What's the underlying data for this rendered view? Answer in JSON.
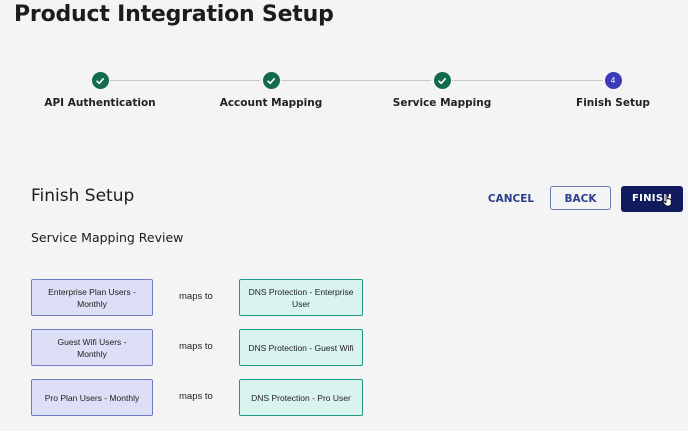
{
  "page": {
    "title": "Product Integration Setup"
  },
  "stepper": {
    "steps": [
      {
        "label": "API Authentication",
        "status": "completed"
      },
      {
        "label": "Account Mapping",
        "status": "completed"
      },
      {
        "label": "Service Mapping",
        "status": "completed"
      },
      {
        "label": "Finish Setup",
        "status": "current",
        "number": "4"
      }
    ]
  },
  "section": {
    "title": "Finish Setup"
  },
  "actions": {
    "cancel_label": "CANCEL",
    "back_label": "BACK",
    "finish_label": "FINISH"
  },
  "review": {
    "title": "Service Mapping Review",
    "connector": "maps to",
    "rows": [
      {
        "source": "Enterprise Plan Users - Monthly",
        "target": "DNS Protection - Enterprise User"
      },
      {
        "source": "Guest Wifi Users - Monthly",
        "target": "DNS Protection - Guest Wifi"
      },
      {
        "source": "Pro Plan Users - Monthly",
        "target": "DNS Protection - Pro User"
      }
    ]
  },
  "colors": {
    "completed_step": "#116b4c",
    "current_step": "#3b3db8",
    "primary_button": "#0f1b5c",
    "source_box": "#dcdff5",
    "target_box": "#d9f3ef"
  },
  "icons": {
    "completed": "checkmark-icon",
    "cursor": "pointer-hand-icon"
  }
}
